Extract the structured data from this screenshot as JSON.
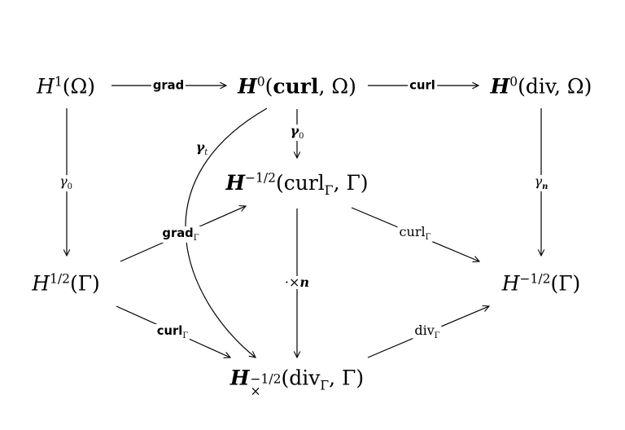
{
  "nodes": {
    "h1_omega": {
      "base": "H",
      "sup": "1",
      "arg": "(Ω)"
    },
    "h0_curl": {
      "base": "H",
      "sup": "0",
      "open": "(",
      "op": "curl",
      "rest": ", Ω)"
    },
    "h0_div": {
      "base": "H",
      "sup": "0",
      "arg": "(div, Ω)"
    },
    "hm12_curl_gamma": {
      "base": "H",
      "sup": "−1/2",
      "open": "(curl",
      "sub": "Γ",
      "rest": ", Γ)"
    },
    "h12_gamma": {
      "base": "H",
      "sup": "1/2",
      "arg": "(Γ)"
    },
    "hm12_gamma": {
      "base": "H",
      "sup": "−1/2",
      "arg": "(Γ)"
    },
    "hm12_times_div": {
      "base": "H",
      "sup": "−1/2",
      "sub": "×",
      "open": "(div",
      "subop": "Γ",
      "rest": ", Γ)"
    }
  },
  "labels": {
    "grad": "grad",
    "curl": "curl",
    "gamma0_bold": "γ",
    "gamma0_bold_sub": "0",
    "gamma0": "γ",
    "gamma0_sub": "0",
    "gamma_n": "γ",
    "gamma_n_sub": "n",
    "gamma_t": "γ",
    "gamma_t_sub": "t",
    "grad_gamma": "grad",
    "grad_gamma_sub": "Γ",
    "curl_gamma_bold": "curl",
    "curl_gamma_bold_sub": "Γ",
    "curl_gamma": "curl",
    "curl_gamma_sub": "Γ",
    "cross_n_prefix": "·×",
    "cross_n_vec": "n",
    "div_gamma": "div",
    "div_gamma_sub": "Γ"
  }
}
